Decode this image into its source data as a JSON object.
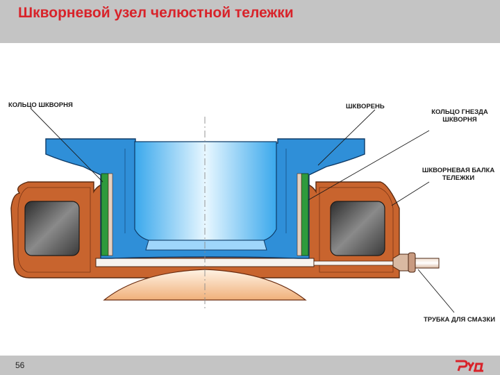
{
  "header": {
    "title": "Шкворневой узел челюстной тележки"
  },
  "footer": {
    "page_number": "56",
    "logo_text": "РЖД",
    "logo_color": "#d8232a"
  },
  "diagram": {
    "labels": {
      "ring": "КОЛЬЦО ШКВОРНЯ",
      "pin": "ШКВОРЕНЬ",
      "socket_ring_line1": "КОЛЬЦО ГНЕЗДА",
      "socket_ring_line2": "ШКВОРНЯ",
      "bolster_line1": "ШКВОРНЕВАЯ БАЛКА",
      "bolster_line2": "ТЕЛЕЖКИ",
      "lube_tube": "ТРУБКА ДЛЯ СМАЗКИ"
    },
    "colors": {
      "pin_blue": "#2f8fd8",
      "bolster_orange": "#c8642e",
      "ring_green": "#2e9a3c",
      "cavity_gray": "#4a4a4a",
      "centre_line": "#8a8a8a"
    }
  }
}
